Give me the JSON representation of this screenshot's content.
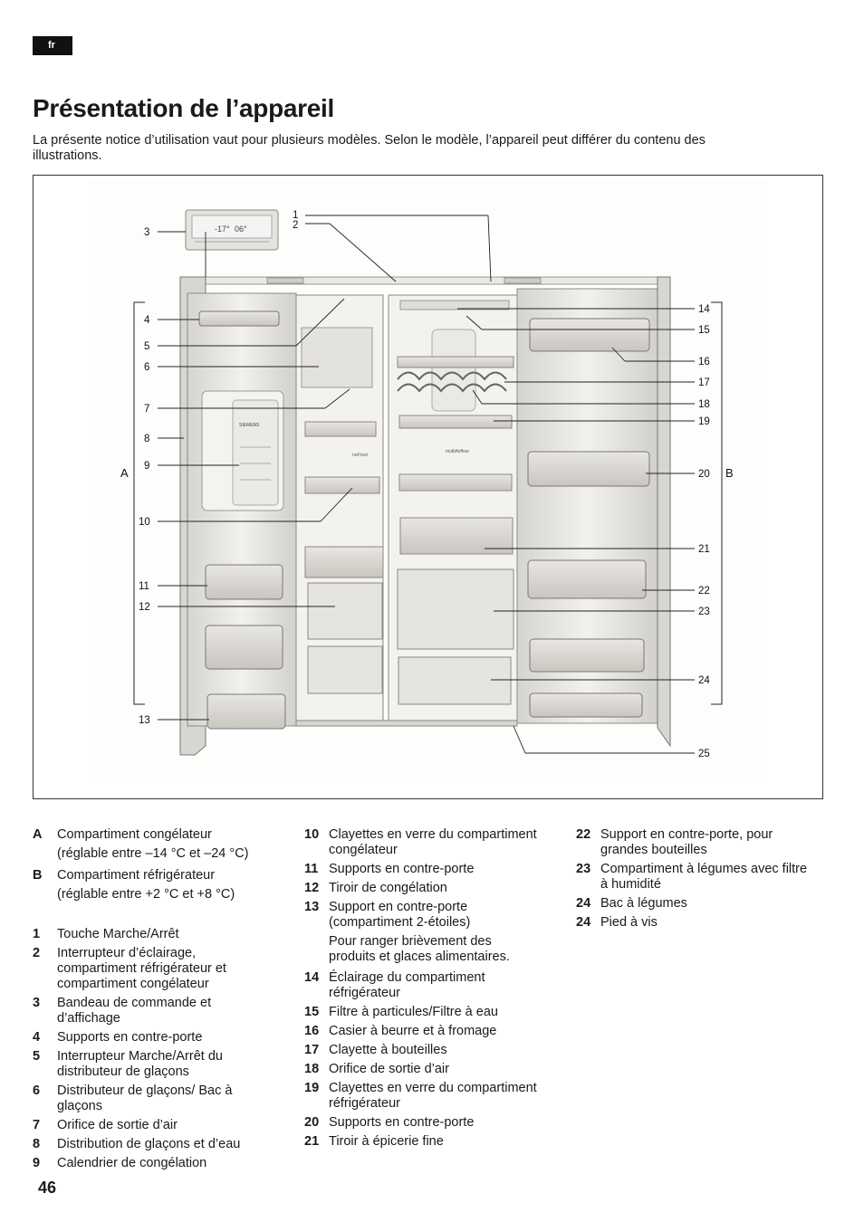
{
  "lang_tab": "fr",
  "title": "Présentation de l’appareil",
  "intro": "La présente notice d’utilisation vaut pour plusieurs modèles. Selon le modèle, l’appareil peut différer du contenu des illustrations.",
  "figure": {
    "callouts": [
      "1",
      "2",
      "3",
      "4",
      "5",
      "6",
      "7",
      "8",
      "9",
      "10",
      "11",
      "12",
      "13",
      "14",
      "15",
      "16",
      "17",
      "18",
      "19",
      "20",
      "21",
      "22",
      "23",
      "24",
      "25"
    ],
    "section_labels": {
      "A": "A",
      "B": "B"
    },
    "brand_text": "SIEMENS",
    "panel_temps": [
      "-17°",
      "06°"
    ],
    "shelf_labels": [
      "noFrost",
      "multiAirflow"
    ]
  },
  "legend": {
    "col1_sections": [
      {
        "key": "A",
        "label": "Compartiment congélateur",
        "sub": "(réglable entre –14 °C et –24 °C)"
      },
      {
        "key": "B",
        "label": "Compartiment réfrigérateur",
        "sub": "(réglable entre +2 °C et +8 °C)"
      }
    ],
    "col1_items": [
      {
        "num": "1",
        "label": "Touche Marche/Arrêt"
      },
      {
        "num": "2",
        "label": "Interrupteur d’éclairage, compartiment réfrigérateur et compartiment congélateur"
      },
      {
        "num": "3",
        "label": "Bandeau de commande et d’affichage"
      },
      {
        "num": "4",
        "label": "Supports en contre-porte"
      },
      {
        "num": "5",
        "label": "Interrupteur Marche/Arrêt du distributeur de glaçons"
      },
      {
        "num": "6",
        "label": "Distributeur de glaçons/ Bac à glaçons"
      },
      {
        "num": "7",
        "label": "Orifice de sortie d’air"
      },
      {
        "num": "8",
        "label": "Distribution de glaçons et d’eau"
      },
      {
        "num": "9",
        "label": "Calendrier de congélation"
      }
    ],
    "col2_items": [
      {
        "num": "10",
        "label": "Clayettes en verre du compartiment congélateur"
      },
      {
        "num": "11",
        "label": "Supports en contre-porte"
      },
      {
        "num": "12",
        "label": "Tiroir de congélation"
      },
      {
        "num": "13",
        "label": "Support en contre-porte (compartiment 2-étoiles)"
      },
      {
        "num": "",
        "label": "Pour ranger brièvement des produits et glaces alimentaires."
      },
      {
        "num": "14",
        "label": "Éclairage du compartiment réfrigérateur"
      },
      {
        "num": "15",
        "label": "Filtre à particules/Filtre à eau"
      },
      {
        "num": "16",
        "label": "Casier à beurre et à fromage"
      },
      {
        "num": "17",
        "label": "Clayette à bouteilles"
      },
      {
        "num": "18",
        "label": "Orifice de sortie d’air"
      },
      {
        "num": "19",
        "label": "Clayettes en verre du compartiment réfrigérateur"
      },
      {
        "num": "20",
        "label": "Supports en contre-porte"
      },
      {
        "num": "21",
        "label": "Tiroir à épicerie fine"
      }
    ],
    "col3_items": [
      {
        "num": "22",
        "label": "Support en contre-porte, pour grandes bouteilles"
      },
      {
        "num": "23",
        "label": "Compartiment à légumes avec filtre à humidité"
      },
      {
        "num": "24",
        "label": "Bac à légumes"
      },
      {
        "num": "24",
        "label": "Pied à vis"
      }
    ]
  },
  "page_number": "46"
}
